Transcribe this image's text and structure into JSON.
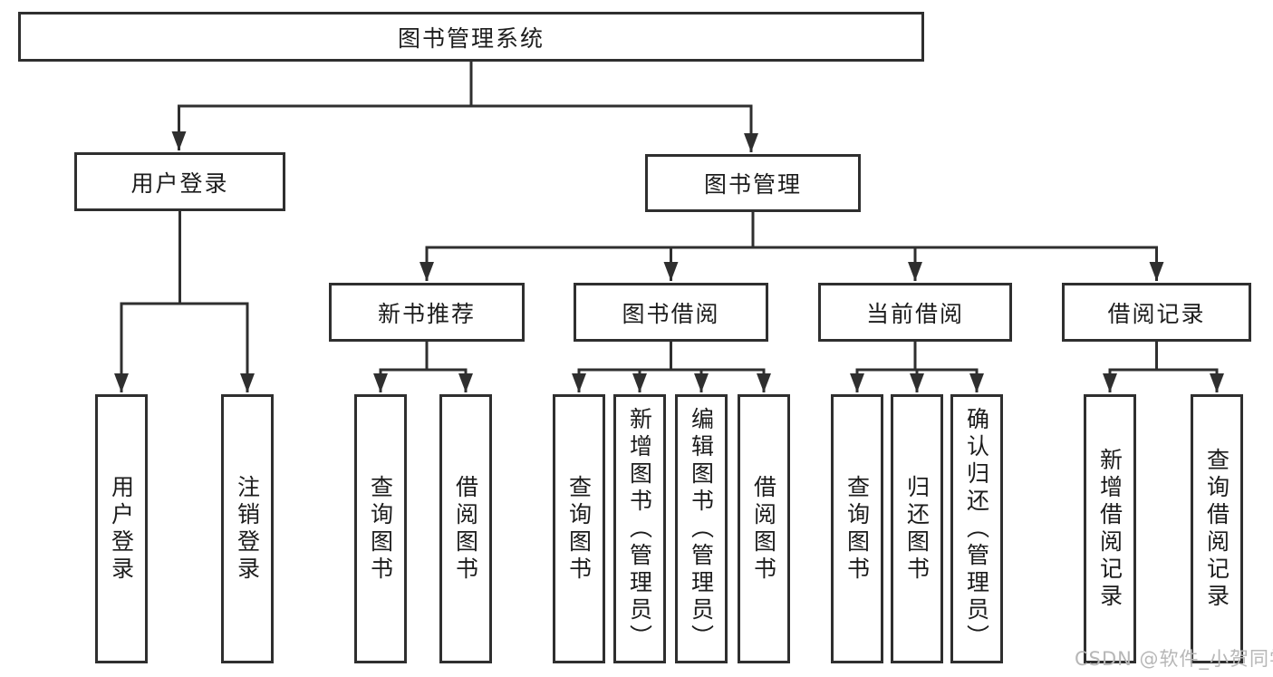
{
  "diagram": {
    "root": {
      "label": "图书管理系统"
    },
    "level2": [
      {
        "label": "用户登录",
        "children": [
          "用户登录",
          "注销登录"
        ]
      },
      {
        "label": "图书管理"
      }
    ],
    "level3": [
      {
        "label": "新书推荐",
        "children": [
          "查询图书",
          "借阅图书"
        ]
      },
      {
        "label": "图书借阅",
        "children": [
          "查询图书",
          "新增图书（管理员）",
          "编辑图书（管理员）",
          "借阅图书"
        ]
      },
      {
        "label": "当前借阅",
        "children": [
          "查询图书",
          "归还图书",
          "确认归还（管理员）"
        ]
      },
      {
        "label": "借阅记录",
        "children": [
          "新增借阅记录",
          "查询借阅记录"
        ]
      }
    ]
  },
  "watermark": "CSDN @软件_小贺同学",
  "colors": {
    "line": "#2f2f2f",
    "text": "#1c1c1c",
    "watermark": "#b7b7b7",
    "background": "#ffffff"
  }
}
